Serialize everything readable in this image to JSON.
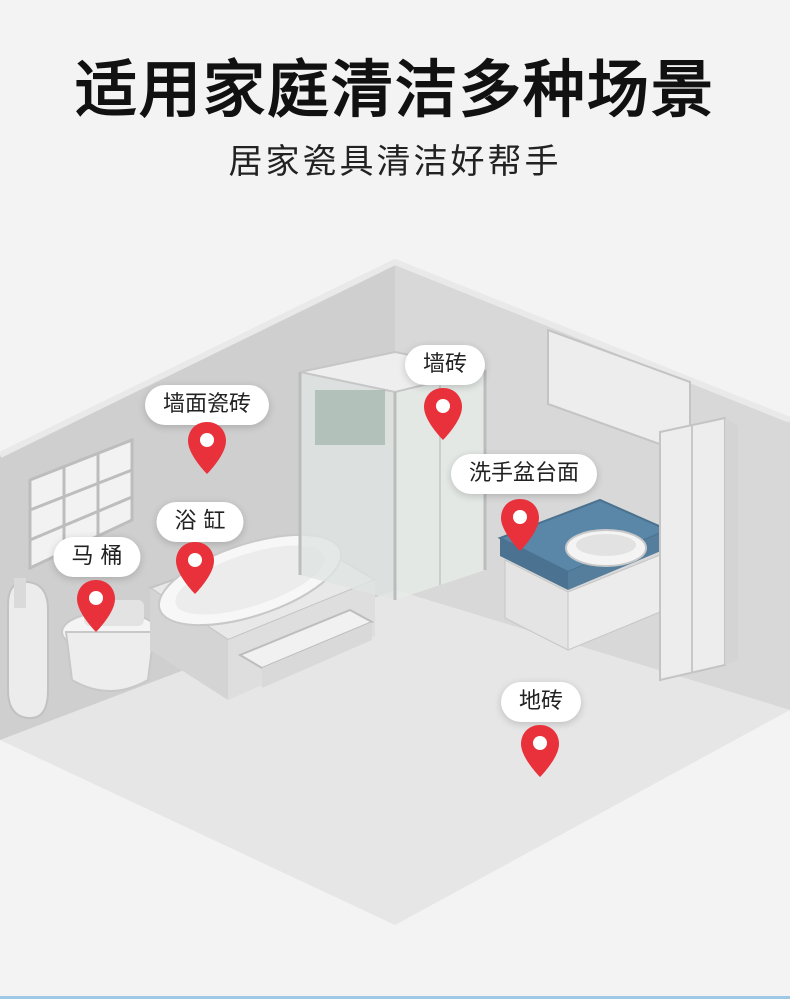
{
  "header": {
    "title": "适用家庭清洁多种场景",
    "subtitle": "居家瓷具清洁好帮手"
  },
  "labels": {
    "wall_tile": "墙砖",
    "wall_surface_tile": "墙面瓷砖",
    "basin_counter": "洗手盆台面",
    "bathtub": "浴 缸",
    "toilet": "马 桶",
    "floor_tile": "地砖"
  },
  "colors": {
    "pin": "#e8313a",
    "counter_tile": "#5a86a8"
  }
}
